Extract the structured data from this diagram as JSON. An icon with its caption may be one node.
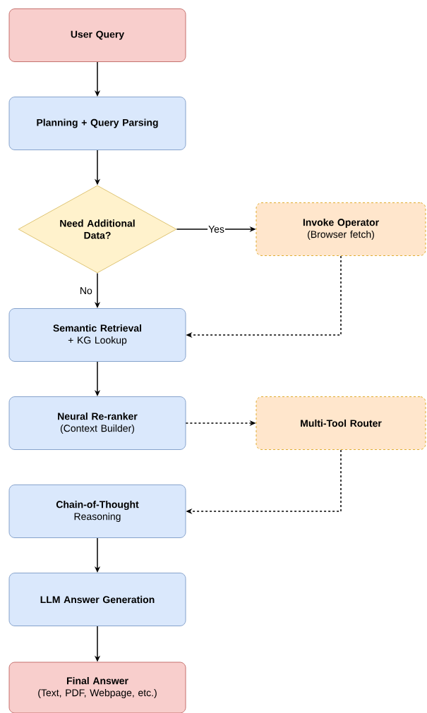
{
  "diagram": {
    "nodes": [
      {
        "text": [
          "User Query"
        ]
      },
      {
        "text": [
          "Planning + Query Parsing"
        ]
      },
      {
        "text": [
          "Need Additional Data?"
        ]
      },
      {
        "text": [
          "Invoke Operator",
          "(Browser fetch)"
        ]
      },
      {
        "text": [
          "Semantic Retrieval",
          "+ KG Lookup"
        ]
      },
      {
        "text": [
          "Neural Re-ranker",
          "(Context Builder)"
        ]
      },
      {
        "text": [
          "Multi-Tool Router"
        ]
      },
      {
        "text": [
          "Chain-of-Thought",
          "Reasoning"
        ]
      },
      {
        "text": [
          "LLM Answer Generation"
        ]
      },
      {
        "text": [
          "Final Answer",
          "(Text, PDF, Webpage, etc.)"
        ]
      }
    ],
    "edges": [
      {
        "from": 0,
        "to": 1,
        "arrow": "to"
      },
      {
        "from": 1,
        "to": 2,
        "arrow": "to"
      },
      {
        "from": 2,
        "to": 3,
        "arrow": "to",
        "label": "Yes"
      },
      {
        "from": 2,
        "to": 4,
        "arrow": "to",
        "label": "No"
      },
      {
        "from": 3,
        "to": 4,
        "arrow": "to",
        "style": "dashed"
      },
      {
        "from": 4,
        "to": 5,
        "arrow": "to"
      },
      {
        "from": 5,
        "to": 6,
        "arrow": "to",
        "style": "dashed"
      },
      {
        "from": 6,
        "to": 7,
        "arrow": "to",
        "style": "dashed"
      },
      {
        "from": 7,
        "to": 8,
        "arrow": "to"
      },
      {
        "from": 8,
        "to": 9,
        "arrow": "to"
      }
    ]
  }
}
